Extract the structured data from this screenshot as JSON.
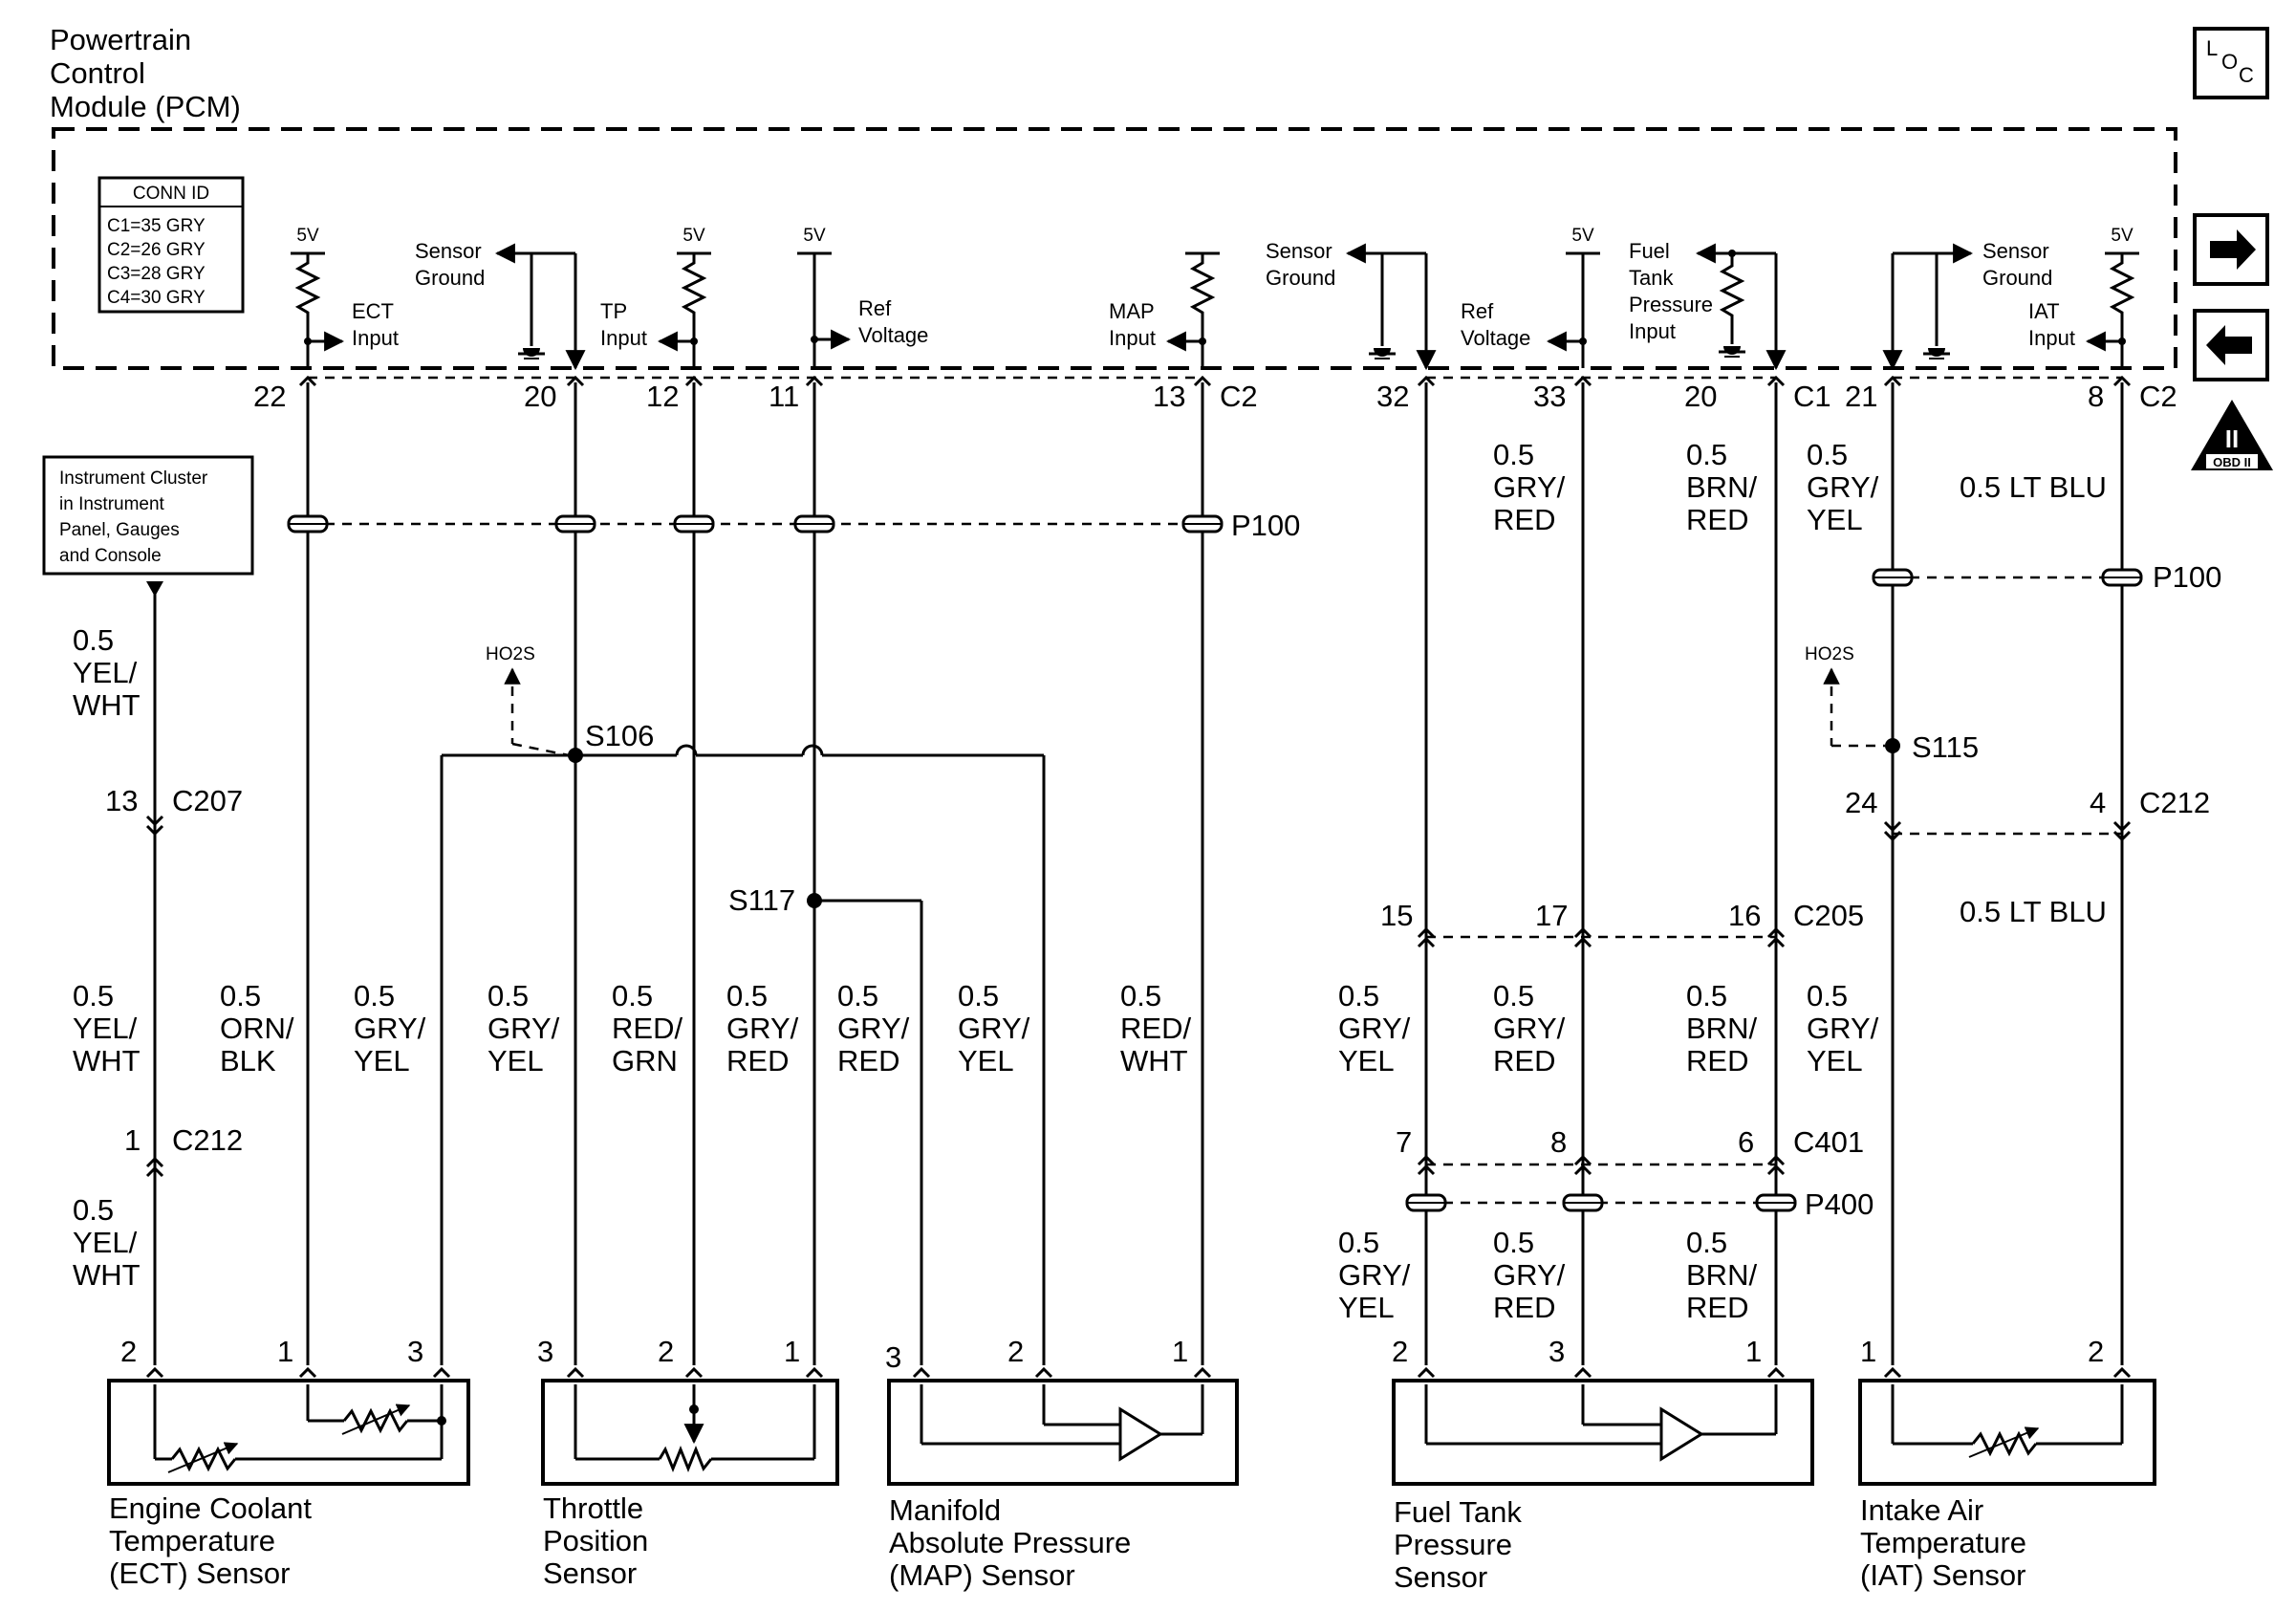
{
  "pcm": {
    "title": [
      "Powertrain",
      "Control",
      "Module (PCM)"
    ]
  },
  "conn_id": {
    "title": "CONN ID",
    "rows": [
      "C1=35 GRY",
      "C2=26 GRY",
      "C3=28 GRY",
      "C4=30 GRY"
    ]
  },
  "icons": {
    "loc": "location-icon",
    "next": "right-arrow-icon",
    "prev": "left-arrow-icon",
    "obd": "obd-ii-icon",
    "obd_roman": "II",
    "obd_label": "OBD II"
  },
  "pcm_labels": {
    "v5": "5V",
    "ect_input": [
      "ECT",
      "Input"
    ],
    "sensor_ground": [
      "Sensor",
      "Ground"
    ],
    "tp_input": [
      "TP",
      "Input"
    ],
    "ref_voltage": [
      "Ref",
      "Voltage"
    ],
    "map_input": [
      "MAP",
      "Input"
    ],
    "fuel_tank_input": [
      "Fuel",
      "Tank",
      "Pressure",
      "Input"
    ],
    "iat_input": [
      "IAT",
      "Input"
    ]
  },
  "pins_top": [
    "22",
    "20",
    "12",
    "11",
    "13",
    "C2",
    "32",
    "33",
    "20",
    "C1",
    "21",
    "8",
    "C2"
  ],
  "connectors": {
    "p100": "P100",
    "p400": "P400",
    "s106": "S106",
    "s117": "S117",
    "s115": "S115",
    "c207": "C207",
    "c212": "C212",
    "c205": "C205",
    "c401": "C401",
    "ho2s": "HO2S"
  },
  "instrument_cluster": [
    "Instrument Cluster",
    "in Instrument",
    "Panel, Gauges",
    "and Console"
  ],
  "pin_numbers": {
    "c207_13": "13",
    "c212_1": "1",
    "c212_24": "24",
    "c212_4": "4",
    "c205_15": "15",
    "c205_17": "17",
    "c205_16": "16",
    "c401_7": "7",
    "c401_8": "8",
    "c401_6": "6"
  },
  "wire_colors": {
    "size": "0.5",
    "yel_wht": [
      "YEL/",
      "WHT"
    ],
    "orn_blk": [
      "ORN/",
      "BLK"
    ],
    "gry_yel": [
      "GRY/",
      "YEL"
    ],
    "red_grn": [
      "RED/",
      "GRN"
    ],
    "gry_red": [
      "GRY/",
      "RED"
    ],
    "red_wht": [
      "RED/",
      "WHT"
    ],
    "brn_red": [
      "BRN/",
      "RED"
    ],
    "lt_blu": "0.5 LT BLU"
  },
  "sensor_pins": {
    "ect": [
      "2",
      "1",
      "3"
    ],
    "tp": [
      "3",
      "2",
      "1"
    ],
    "map": [
      "3",
      "2",
      "1"
    ],
    "ftp": [
      "2",
      "3",
      "1"
    ],
    "iat": [
      "1",
      "2"
    ]
  },
  "sensors": {
    "ect": [
      "Engine Coolant",
      "Temperature",
      "(ECT) Sensor"
    ],
    "tp": [
      "Throttle",
      "Position",
      "Sensor"
    ],
    "map": [
      "Manifold",
      "Absolute Pressure",
      "(MAP) Sensor"
    ],
    "ftp": [
      "Fuel Tank",
      "Pressure",
      "Sensor"
    ],
    "iat": [
      "Intake Air",
      "Temperature",
      "(IAT) Sensor"
    ]
  }
}
